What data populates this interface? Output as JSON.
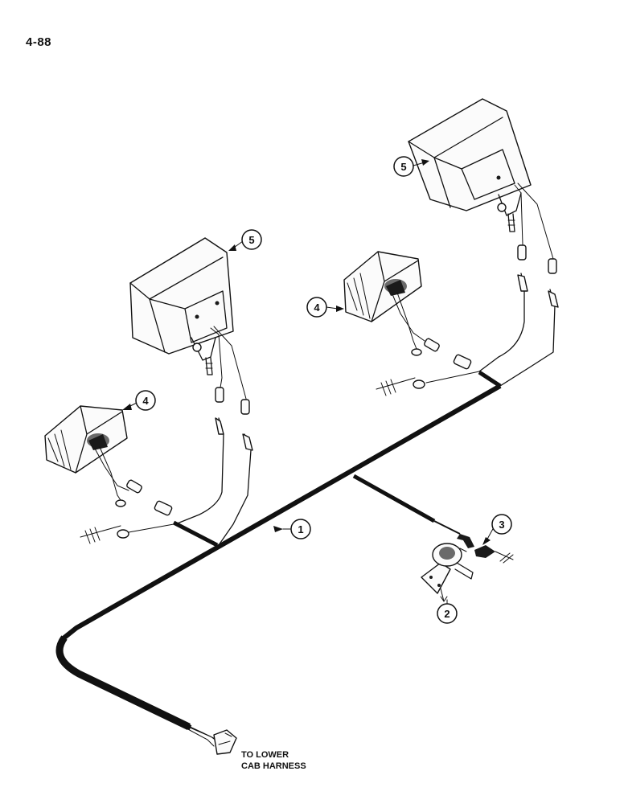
{
  "page": {
    "number": "4-88"
  },
  "callouts": {
    "c1": "1",
    "c2": "2",
    "c3": "3",
    "c4a": "4",
    "c4b": "4",
    "c5a": "5",
    "c5b": "5"
  },
  "harness_note": {
    "line1": "TO LOWER",
    "line2": "CAB HARNESS"
  }
}
